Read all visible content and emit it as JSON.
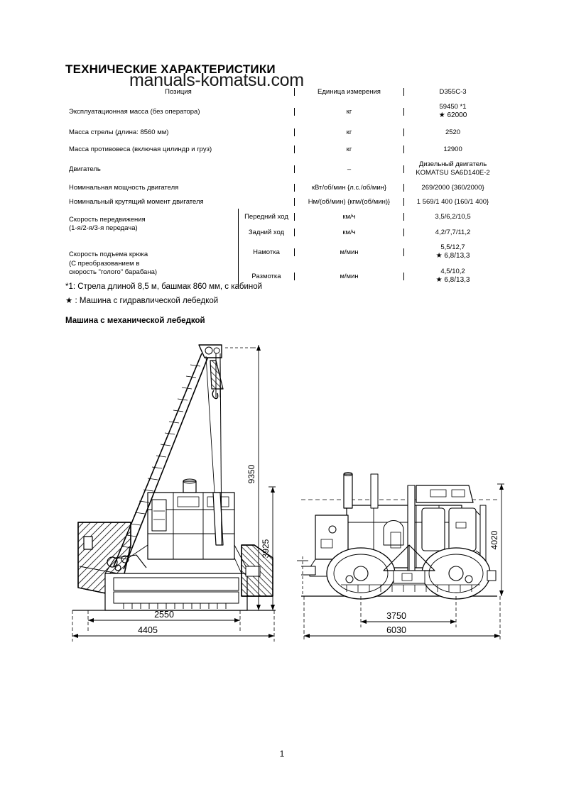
{
  "document": {
    "title": "ТЕХНИЧЕСКИЕ ХАРАКТЕРИСТИКИ",
    "watermark": "manuals-komatsu.com",
    "page_number": "1"
  },
  "table": {
    "headers": {
      "position": "Позиция",
      "unit": "Единица измерения",
      "model": "D355C-3"
    },
    "rows": [
      {
        "position": "Эксплуатационная масса (без оператора)",
        "sub": "",
        "unit": "кг",
        "value_line1": "59450 *1",
        "value_line2": "★ 62000"
      },
      {
        "position": "Масса стрелы (длина: 8560 мм)",
        "sub": "",
        "unit": "кг",
        "value_line1": "2520",
        "value_line2": ""
      },
      {
        "position": "Масса противовеса (включая цилиндр и груз)",
        "sub": "",
        "unit": "кг",
        "value_line1": "12900",
        "value_line2": ""
      },
      {
        "position": "Двигатель",
        "sub": "",
        "unit": "–",
        "value_line1": "Дизельный двигатель",
        "value_line2": "KOMATSU SA6D140E-2"
      },
      {
        "position": "Номинальная мощность двигателя",
        "sub": "",
        "unit": "кВт/об/мин {л.с./об/мин}",
        "value_line1": "269/2000 {360/2000}",
        "value_line2": ""
      },
      {
        "position": "Номинальный крутящий момент двигателя",
        "sub": "",
        "unit": "Нм/(об/мин) {кгм/(об/мин)}",
        "value_line1": "1 569/1 400 {160/1 400}",
        "value_line2": ""
      }
    ],
    "group_travel": {
      "label_line1": "Скорость передвижения",
      "label_line2": "(1-я/2-я/3-я передача)",
      "rows": [
        {
          "sub": "Передний ход",
          "unit": "км/ч",
          "value_line1": "3,5/6,2/10,5",
          "value_line2": ""
        },
        {
          "sub": "Задний ход",
          "unit": "км/ч",
          "value_line1": "4,2/7,7/11,2",
          "value_line2": ""
        }
      ]
    },
    "group_hook": {
      "label_line1": "Скорость подъема крюка",
      "label_line2": "(С преобразованием в",
      "label_line3": "скорость \"голого\" барабана)",
      "rows": [
        {
          "sub": "Намотка",
          "unit": "м/мин",
          "value_line1": "5,5/12,7",
          "value_line2": "★ 6,8/13,3"
        },
        {
          "sub": "Размотка",
          "unit": "м/мин",
          "value_line1": "4,5/10,2",
          "value_line2": "★ 6,8/13,3"
        }
      ]
    }
  },
  "footnotes": {
    "note1": "*1: Стрела длиной 8,5 м, башмак 860 мм, с кабиной",
    "note2": "★ : Машина с гидравлической лебедкой",
    "subheading": "Машина с механической лебедкой"
  },
  "drawing": {
    "dimensions": {
      "boom_height": "9350",
      "side_height": "3925",
      "track_gauge": "2550",
      "overall_width_left": "4405",
      "front_height": "4020",
      "track_length": "3750",
      "overall_length": "6030"
    }
  }
}
